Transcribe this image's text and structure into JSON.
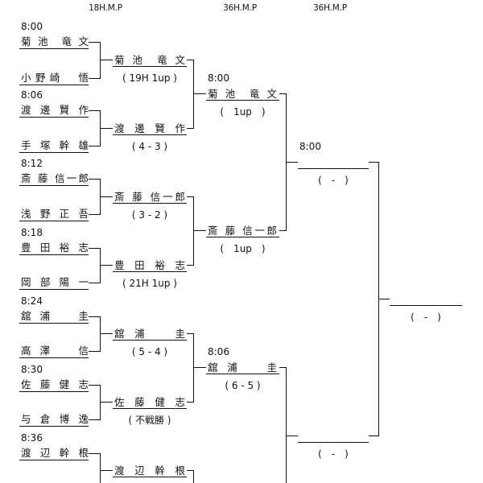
{
  "headers": [
    "18H.M.P",
    "36H.M.P",
    "36H.M.P"
  ],
  "round1": [
    {
      "time": "8:00",
      "players": [
        "菊 池　竜 文",
        "小野崎　悟"
      ]
    },
    {
      "time": "8:06",
      "players": [
        "渡 邊 賢 作",
        "手 塚 幹 雄"
      ]
    },
    {
      "time": "8:12",
      "players": [
        "斎 藤 信一郎",
        "浅 野 正 吾"
      ]
    },
    {
      "time": "8:18",
      "players": [
        "豊 田 裕 志",
        "岡 部 陽 一"
      ]
    },
    {
      "time": "8:24",
      "players": [
        "舘 浦　　圭",
        "高 澤　　信"
      ]
    },
    {
      "time": "8:30",
      "players": [
        "佐 藤 健 志",
        "与 倉 博 逸"
      ]
    },
    {
      "time": "8:36",
      "players": [
        "渡 辺 幹 根"
      ]
    }
  ],
  "round2": [
    {
      "winner": "菊 池　竜 文",
      "score": "( 19H 1up )"
    },
    {
      "winner": "渡 邊 賢 作",
      "score": "( 4 - 3 )"
    },
    {
      "winner": "斎 藤 信一郎",
      "score": "( 3 - 2 )"
    },
    {
      "winner": "豊 田 裕 志",
      "score": "( 21H 1up )"
    },
    {
      "winner": "舘 浦　　圭",
      "score": "( 5 - 4 )"
    },
    {
      "winner": "佐 藤 健 志",
      "score": "( 不戦勝 )"
    },
    {
      "winner": "渡 辺 幹 根"
    }
  ],
  "round3": [
    {
      "time": "8:00",
      "winner": "菊 池　竜 文",
      "score": "(　1up　)"
    },
    {
      "winner": "斎 藤 信一郎",
      "score": "(　1up　)"
    },
    {
      "time": "8:06",
      "winner": "舘 浦　　圭",
      "score": "( 6 - 5 )"
    }
  ],
  "semifinal": [
    {
      "time": "8:00",
      "score": "(　-　)"
    },
    {
      "score": "(　-　)"
    }
  ],
  "final": {
    "score": "(　-　)"
  }
}
